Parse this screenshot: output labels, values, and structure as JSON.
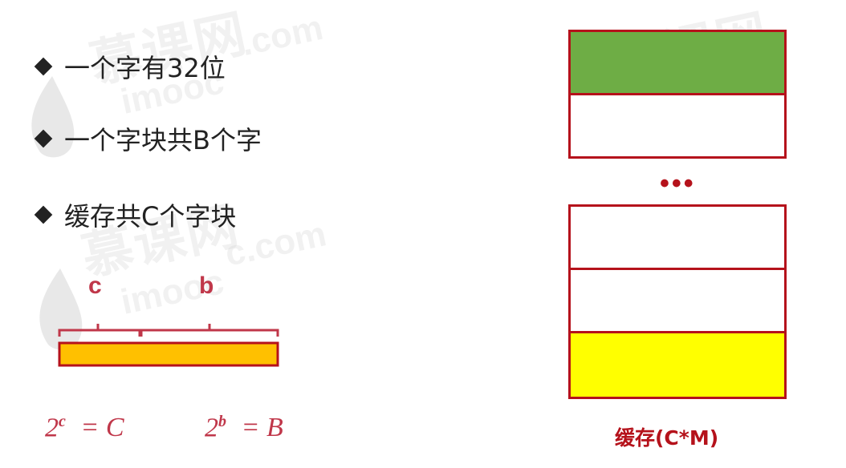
{
  "bullets": [
    "一个字有32位",
    "一个字块共B个字",
    "缓存共C个字块"
  ],
  "address_labels": {
    "c": "c",
    "b": "b"
  },
  "formulas": [
    {
      "base": "2",
      "exp": "c",
      "rhs": "= C"
    },
    {
      "base": "2",
      "exp": "b",
      "rhs": "= B"
    }
  ],
  "cache": {
    "ellipsis": "•••",
    "label": "缓存(C*M)",
    "colors": {
      "green": "#6ead45",
      "yellow": "#ffff00",
      "white": "#ffffff",
      "border": "#b5121b"
    }
  },
  "bar_color": "#ffc000",
  "accent_color": "#c0374a"
}
